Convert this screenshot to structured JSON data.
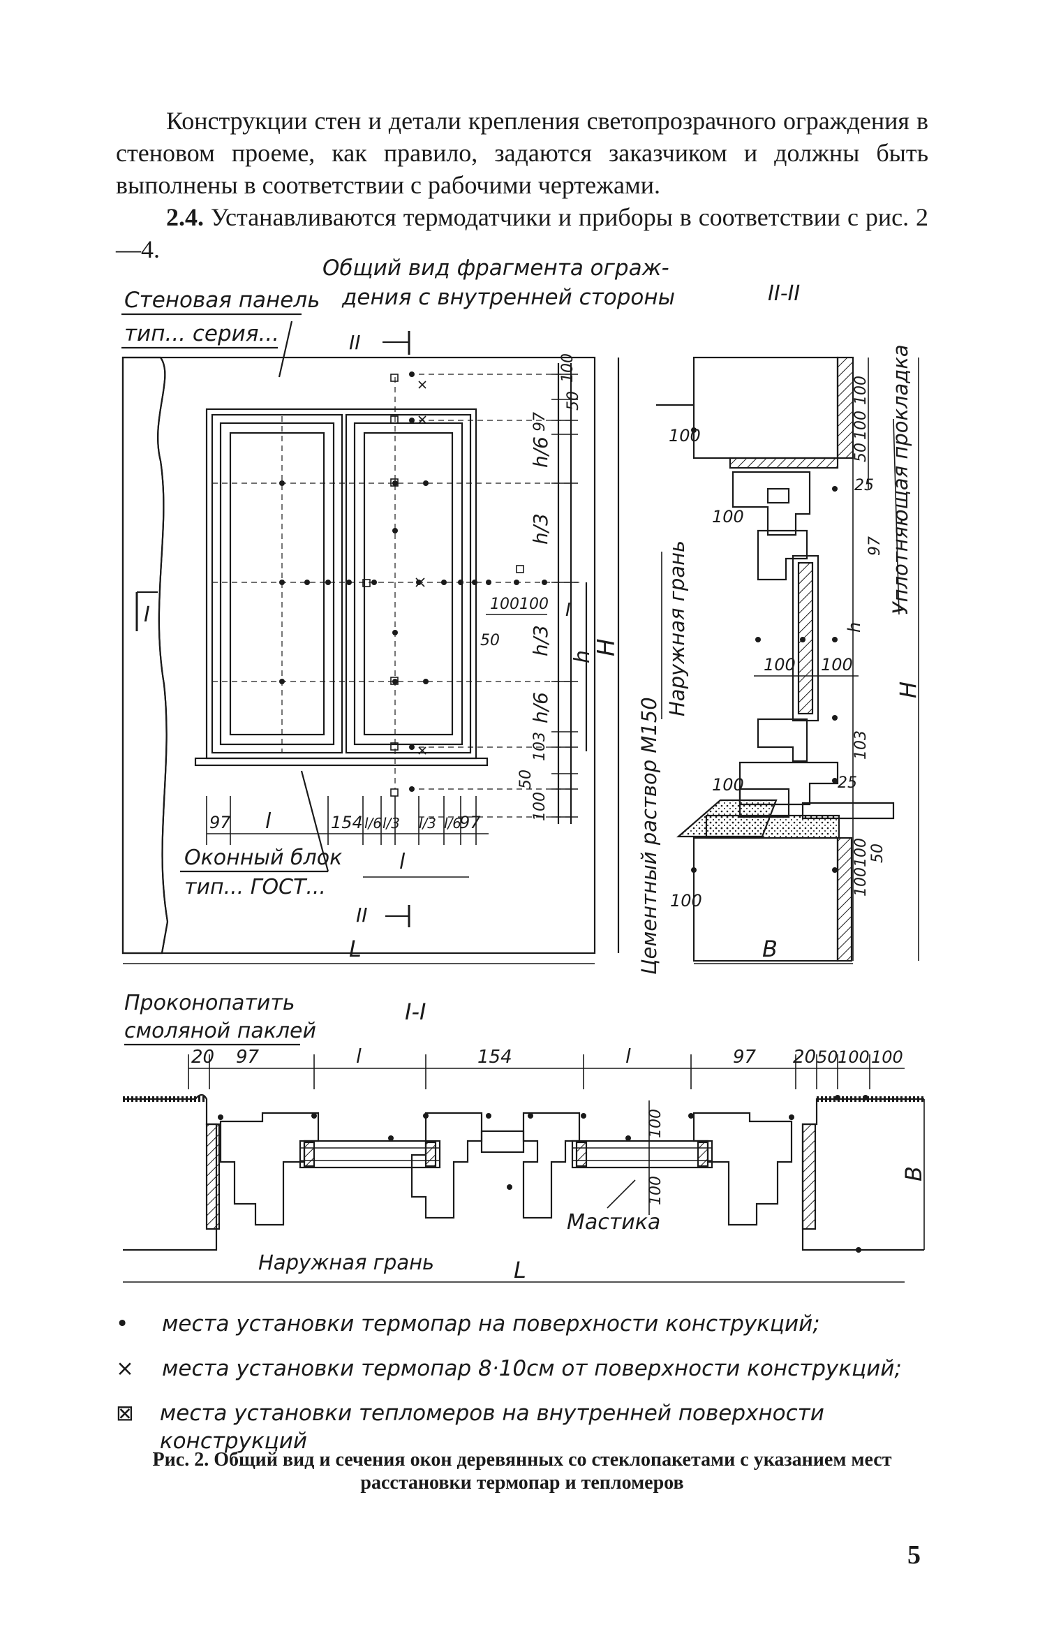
{
  "body": {
    "para1": "Конструкции стен и детали крепления светопрозрачного ограждения в стеновом проеме, как правило, задаются заказчиком и должны быть выполнены в соответствии с рабочими чертежами.",
    "para2_num": "2.4.",
    "para2": "Устанавливаются термодатчики и приборы в соответствии с рис. 2—4."
  },
  "figure": {
    "general_view_title": "Общий вид фрагмента ограждения с внутренней стороны",
    "section_2_label": "II-II",
    "section_1_label": "I-I",
    "wall_panel_label": "Стеновая панель тип... серия...",
    "window_block_label": "Оконный блок тип... ГОСТ...",
    "cut_II_marker": "II",
    "cut_I_marker": "I",
    "dim_L": "L",
    "dim_H": "H",
    "dim_h": "h",
    "dim_l": "l",
    "dim_B": "B",
    "dim_100": "100",
    "dim_50": "50",
    "dim_97": "97",
    "dim_103": "103",
    "dim_154": "154",
    "dim_20": "20",
    "dim_25": "25",
    "dim_h6": "h/6",
    "dim_h3": "h/3",
    "dim_l6": "l/6",
    "dim_l3": "l/3",
    "outer_face_label": "Наружная грань",
    "seal_label": "Уплотняющая прокладка",
    "mortar_label": "Цементный раствор М150",
    "caulk_label": "Проконопатить смоляной паклей",
    "mastic_label": "Мастика",
    "bottom_outer_face": "Наружная грань"
  },
  "legend": [
    {
      "symbol": "•",
      "text": "места установки термопар на поверхности конструкций;"
    },
    {
      "symbol": "×",
      "text": "места установки термопар 8·10см от поверхности конструкций;"
    },
    {
      "symbol": "⊠",
      "text": "места установки тепломеров на внутренней поверхности конструкций"
    }
  ],
  "caption": "Рис. 2. Общий вид и сечения окон деревянных со стеклопакетами с указанием мест расстановки термопар и тепломеров",
  "page_number": "5"
}
